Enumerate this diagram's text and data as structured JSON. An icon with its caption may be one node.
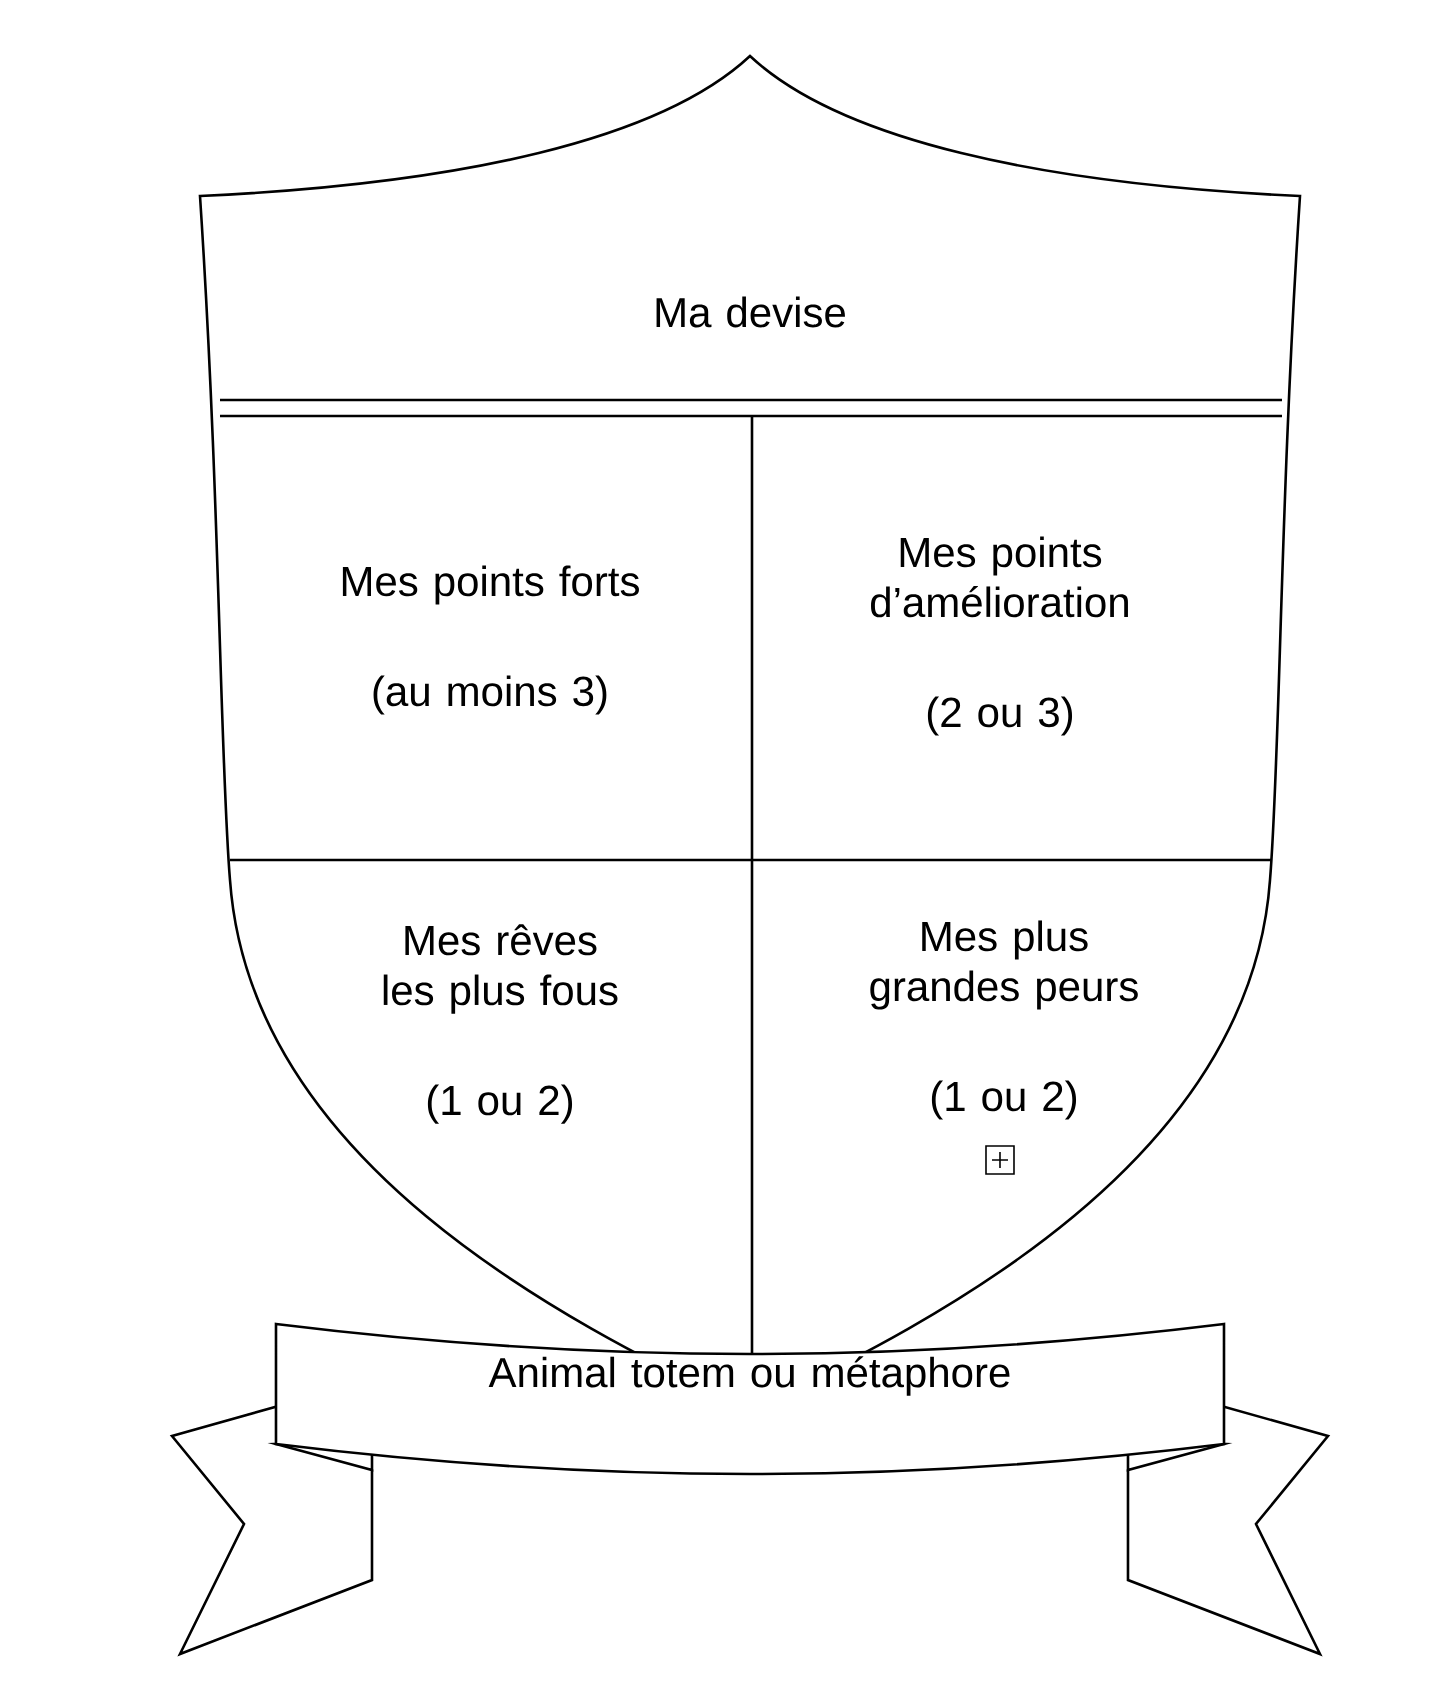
{
  "diagram": {
    "nodes": [
      {
        "text": [
          "Ma devise"
        ]
      },
      {
        "text": [
          "Mes points forts",
          "(au moins 3)"
        ]
      },
      {
        "text": [
          "Mes points d’amélioration",
          "(2 ou 3)"
        ]
      },
      {
        "text": [
          "Mes rêves les plus fous",
          "(1 ou 2)"
        ]
      },
      {
        "text": [
          "Mes plus grandes peurs",
          "(1 ou 2)"
        ]
      },
      {
        "text": [
          "Animal totem ou métaphore"
        ]
      }
    ]
  }
}
